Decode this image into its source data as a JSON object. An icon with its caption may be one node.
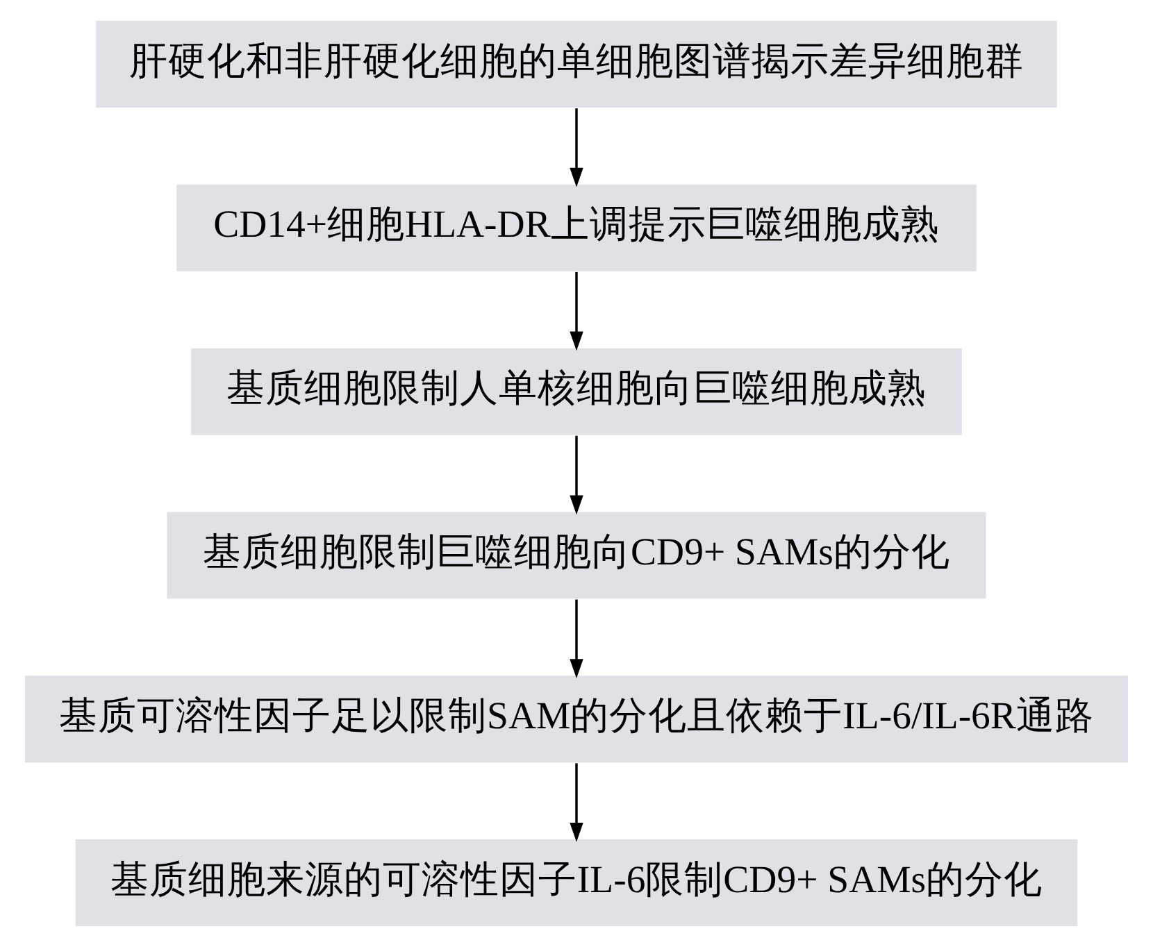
{
  "diagram": {
    "nodes": [
      {
        "text": [
          "肝硬化和非肝硬化细胞的单细胞图谱揭示差异细胞群"
        ]
      },
      {
        "text": [
          "CD14+细胞HLA-DR上调提示巨噬细胞成熟"
        ]
      },
      {
        "text": [
          "基质细胞限制人单核细胞向巨噬细胞成熟"
        ]
      },
      {
        "text": [
          "基质细胞限制巨噬细胞向CD9+ SAMs的分化"
        ]
      },
      {
        "text": [
          "基质可溶性因子足以限制SAM的分化且依赖于IL-6/IL-6R通路"
        ]
      },
      {
        "text": [
          "基质细胞来源的可溶性因子IL-6限制CD9+ SAMs的分化"
        ]
      }
    ],
    "edges": [
      {
        "from": 0,
        "to": 1,
        "arrow": "to"
      },
      {
        "from": 1,
        "to": 2,
        "arrow": "to"
      },
      {
        "from": 2,
        "to": 3,
        "arrow": "to"
      },
      {
        "from": 3,
        "to": 4,
        "arrow": "to"
      },
      {
        "from": 4,
        "to": 5,
        "arrow": "to"
      }
    ]
  }
}
